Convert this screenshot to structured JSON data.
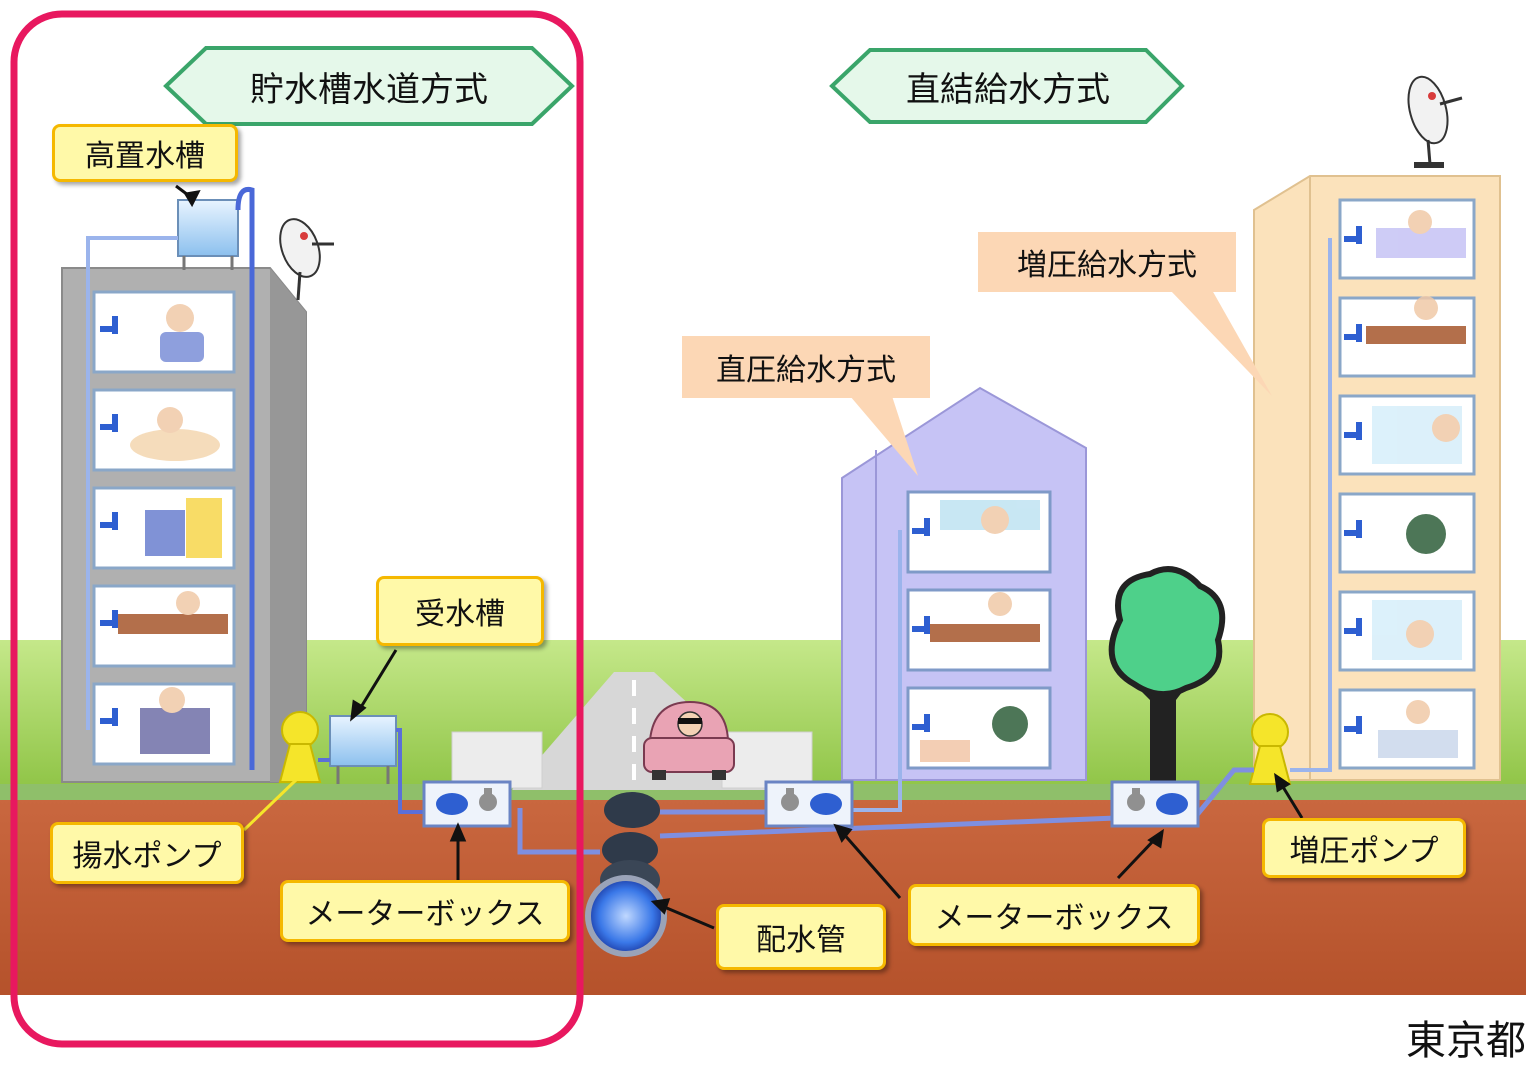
{
  "titles": {
    "tank_system": "貯水槽水道方式",
    "direct_system": "直結給水方式"
  },
  "labels": {
    "elevated_tank": "高置水槽",
    "receiving_tank": "受水槽",
    "lift_pump": "揚水ポンプ",
    "meter_box_left": "メーターボックス",
    "distribution_pipe": "配水管",
    "meter_box_right": "メーターボックス",
    "booster_pump": "増圧ポンプ",
    "direct_pressure": "直圧給水方式",
    "booster_supply": "増圧給水方式"
  },
  "credit": "東京都",
  "colors": {
    "highlight_frame": "#e8185f",
    "grass": "#a6d45a",
    "soil": "#c8633a",
    "building_left": "#a8a8a8",
    "building_middle": "#c6c3f5",
    "building_right": "#fbe2bb",
    "pipe": "#5b6fd8",
    "pump": "#f5e52a",
    "tree": "#4ed08a"
  },
  "icons": {
    "satellite_dish": "satellite-dish-icon",
    "faucet": "faucet-icon",
    "tree": "tree-icon",
    "car": "car-icon",
    "pump": "pump-icon",
    "water_meter": "water-meter-icon"
  }
}
